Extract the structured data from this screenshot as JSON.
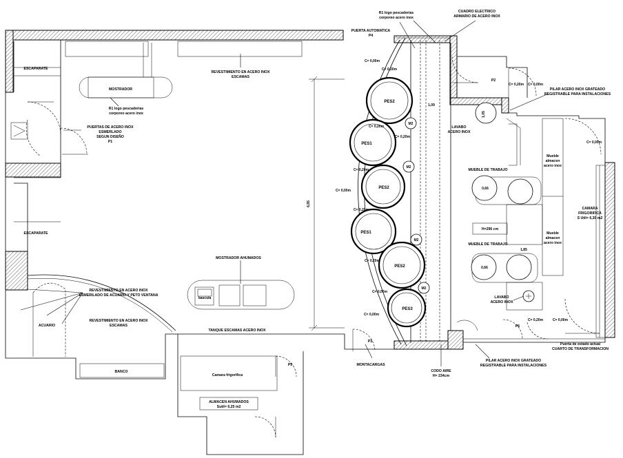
{
  "labels": {
    "r1_top": "R1 logo pescaderías",
    "r1_top_sub": "corporeo acero inox",
    "cuadro": "CUADRO ELECTRICO",
    "cuadro_sub": "ARMARIO DE ACERO INOX",
    "puerta_auto": "PUERTA AUTOMATICA",
    "p4": "P4",
    "revest_escamas": "REVESTIMIENTO EN ACERO INOX",
    "revest_escamas_sub": "ESCAMAS",
    "escaparate_1": "ESCAPARATE",
    "mostrador": "MOSTRADOR",
    "r1_mid": "R1 logo pescaderías",
    "r1_mid_sub": "corporeo acero inox",
    "puertas_acero": "PUERTAS DE ACERO INOX",
    "puertas_acero_2": "ESMERLADO",
    "puertas_acero_3": "SEGUN DISEÑO",
    "puertas_acero_4": "P1",
    "escaparate_2": "ESCAPARATE",
    "mostrador_ahumados": "MOSTRADOR AHUMADOS",
    "bascula": "bascula",
    "revest_acuario": "REVESTIMIENTO EN ACERO INOX",
    "revest_acuario_sub": "ESMERILADO DE ACUARIO Y PETO VENTANA",
    "acuario": "ACUARIO",
    "revest_escamas_2": "REVESTIMIENTO EN ACERO INOX",
    "revest_escamas_2_sub": "ESCAMAS",
    "tanque": "TANQUE ESCAMAS ACERO INOX",
    "banco": "BANCO",
    "camara_frig": "Camara frigorifica",
    "p5": "P5",
    "almacen": "ALMACEN AHUMADOS",
    "almacen_sub": "Sutil= 6,25 m2",
    "montacargas": "MONTACARGAS",
    "p3": "P3",
    "codo_aire": "CODO AIRE",
    "codo_aire_sub": "H= 234cm",
    "pilar_1": "PILAR ACERO INOX GRATEADO",
    "pilar_1_sub": "REGISTRABLE PARA INSTALACIONES",
    "pilar_2": "PILAR ACERO INOX GRATEADO",
    "pilar_2_sub": "REGISTRABLE PARA INSTALACIONES",
    "p2": "P2",
    "lavabo_1": "LAVABO",
    "lavabo_1_sub": "ACERO INOX",
    "lavabo_2": "LAVABO",
    "lavabo_2_sub": "ACERO INOX",
    "mueble_trabajo_1": "MUEBLE DE TRABAJO",
    "mueble_trabajo_2": "MUEBLE DE TRABAJO",
    "mueble_alm_1": "Mueble",
    "mueble_alm_1_b": "almacen",
    "mueble_alm_1_c": "acero inox",
    "mueble_alm_2": "Mueble",
    "mueble_alm_2_b": "almacen",
    "mueble_alm_2_c": "acero inox",
    "camara_frig_r": "CAMARA",
    "camara_frig_r_2": "FRIGORIFICA",
    "camara_frig_r_3": "S Util= 6,30 m2",
    "h_296": "H=296 cm",
    "p6": "P6",
    "puerta_estado": "Puerta de estado actual",
    "cuarto_transf": "CUARTO DE TRANSFORMACION"
  },
  "dims": {
    "c020_a": "C= 0,20m",
    "c020_b": "C= 0,20m",
    "c020_c": "C= 0,20m",
    "c020_d": "C= 0,20m",
    "c020_e": "C= 0,20m",
    "c020_f": "C= 0,20m",
    "c020_g": "C= 0,20m",
    "c020_h": "C= 0,20m",
    "c000_a": "C= 0,00m",
    "c000_b": "C= 0,00m",
    "c000_c": "C= 0,00m",
    "c000_d": "C= 0,00m",
    "c000_e": "C= 0,00m",
    "c000_f": "C= 0,00m",
    "c000_g": "C= 0,00m",
    "d109": "1,09",
    "d685": "6,85",
    "d066_a": "0,66",
    "d066_b": "0,66",
    "d105": "1,05",
    "d185": "1,85"
  },
  "vats": {
    "pes2_a": "PES2",
    "pes1_a": "PES1",
    "pes2_b": "PES2",
    "pes1_b": "PES1",
    "pes2_c": "PES2",
    "pes3": "PES3"
  },
  "markers": {
    "m2_a": "M2",
    "m2_b": "M2",
    "m2_c": "M2",
    "m2_d": "M2"
  }
}
